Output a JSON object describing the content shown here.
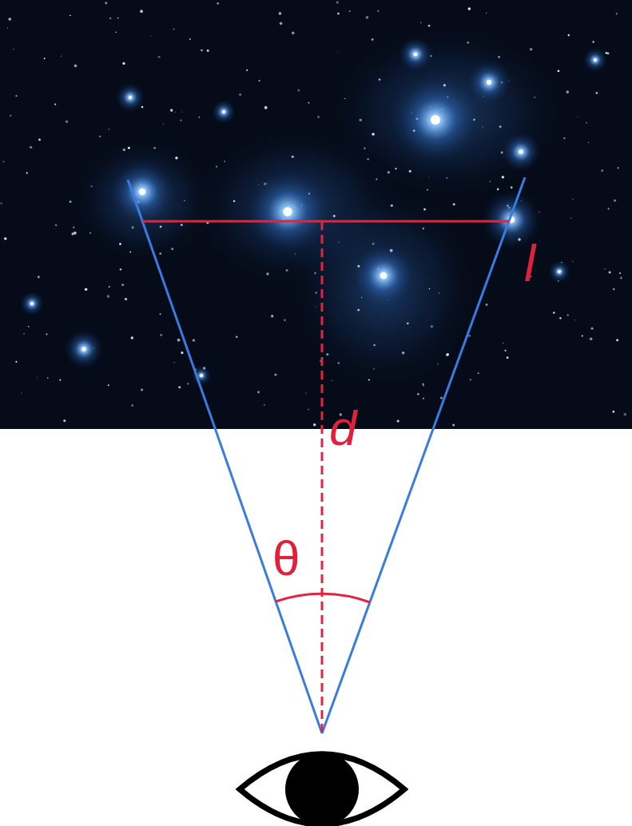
{
  "diagram": {
    "labels": [
      "l",
      "d",
      "θ"
    ]
  }
}
